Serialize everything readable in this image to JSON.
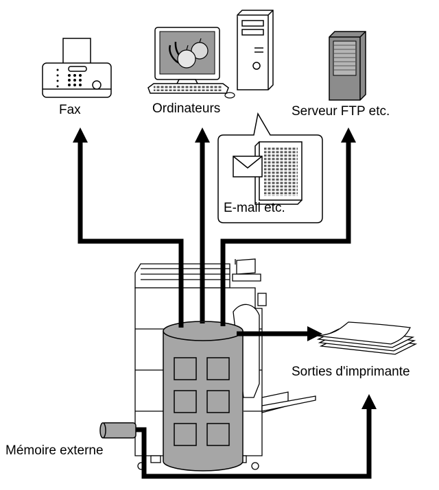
{
  "labels": {
    "fax": "Fax",
    "computers": "Ordinateurs",
    "ftp_server": "Serveur FTP etc.",
    "email": "E-mail etc.",
    "printouts": "Sorties d'imprimante",
    "external_memory": "Mémoire externe"
  },
  "icons": {
    "fax": "fax-machine-icon",
    "computer": "desktop-computer-icon",
    "tower": "pc-tower-icon",
    "server": "ftp-server-icon",
    "email": "envelope-icon",
    "document": "document-icon",
    "paper": "paper-stack-icon",
    "mfp": "multifunction-printer-icon",
    "storage": "hard-disk-storage-icon",
    "memory": "usb-memory-icon"
  },
  "colors": {
    "stroke": "#000000",
    "storage_fill": "#a6a6a6",
    "monitor_screen": "#9a9a9a",
    "server_fill": "#8c8c8c"
  }
}
